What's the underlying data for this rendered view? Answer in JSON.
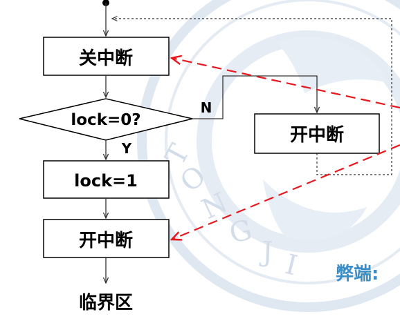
{
  "nodes": {
    "disable_interrupt": "关中断",
    "lock_check": "lock=0?",
    "lock_set": "lock=1",
    "enable_interrupt_bottom": "开中断",
    "enable_interrupt_side": "开中断",
    "critical_section": "临界区"
  },
  "edge_labels": {
    "no": "N",
    "yes": "Y"
  },
  "side_note": "弊端:",
  "watermark": {
    "text": "TONGJI"
  },
  "colors": {
    "box_stroke": "#000000",
    "flow_line": "#333333",
    "dashed_arrow": "#e8171e",
    "watermark": "#d3dde9",
    "accent_text": "#3a8ec8",
    "background": "#ffffff"
  }
}
